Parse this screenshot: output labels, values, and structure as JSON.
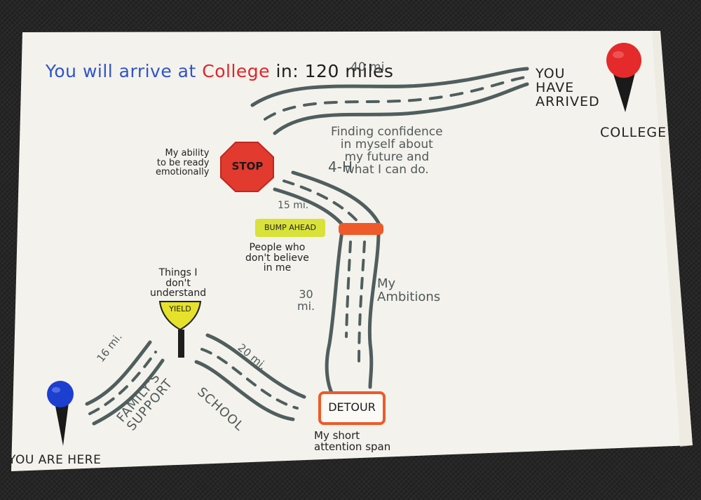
{
  "header": {
    "part1": "You will arrive at ",
    "part2": "College",
    "part3": " in: 120 miles"
  },
  "destination": {
    "label": "COLLEGE",
    "arrived": "YOU\nHAVE\nARRIVED"
  },
  "origin": {
    "label": "YOU ARE HERE"
  },
  "roads": {
    "top_distance": "40 mi.",
    "top_caption": "Finding confidence\nin myself about\nmy future and\nwhat I can do.",
    "middle_label": "4-H",
    "middle_distance": "15 mi.",
    "long_distance": "30\nmi.",
    "long_caption": "My\nAmbitions",
    "family_distance": "16 mi.",
    "family_label": "FAMILY'S\nSUPPORT",
    "school_distance": "20 mi.",
    "school_label": "SCHOOL"
  },
  "signs": {
    "stop": "STOP",
    "stop_caption": "My ability\nto be ready\nemotionally",
    "bump": "BUMP AHEAD",
    "bump_caption": "People who\ndon't believe\nin me",
    "yield": "YIELD",
    "yield_caption": "Things I\ndon't\nunderstand",
    "detour": "DETOUR",
    "detour_caption": "My short\nattention span"
  },
  "colors": {
    "paper": "#f4f2ec",
    "ink_blue": "#2f54c8",
    "ink_red": "#e0252b",
    "road_grey": "#4f5e5e",
    "stop_red": "#e23a2e",
    "bump_yellow": "#d9e23a",
    "yield_yellow": "#e6e12a",
    "detour_orange": "#ee5a2a",
    "pin_blue": "#1c3fd0",
    "pin_red": "#e42a2a"
  }
}
